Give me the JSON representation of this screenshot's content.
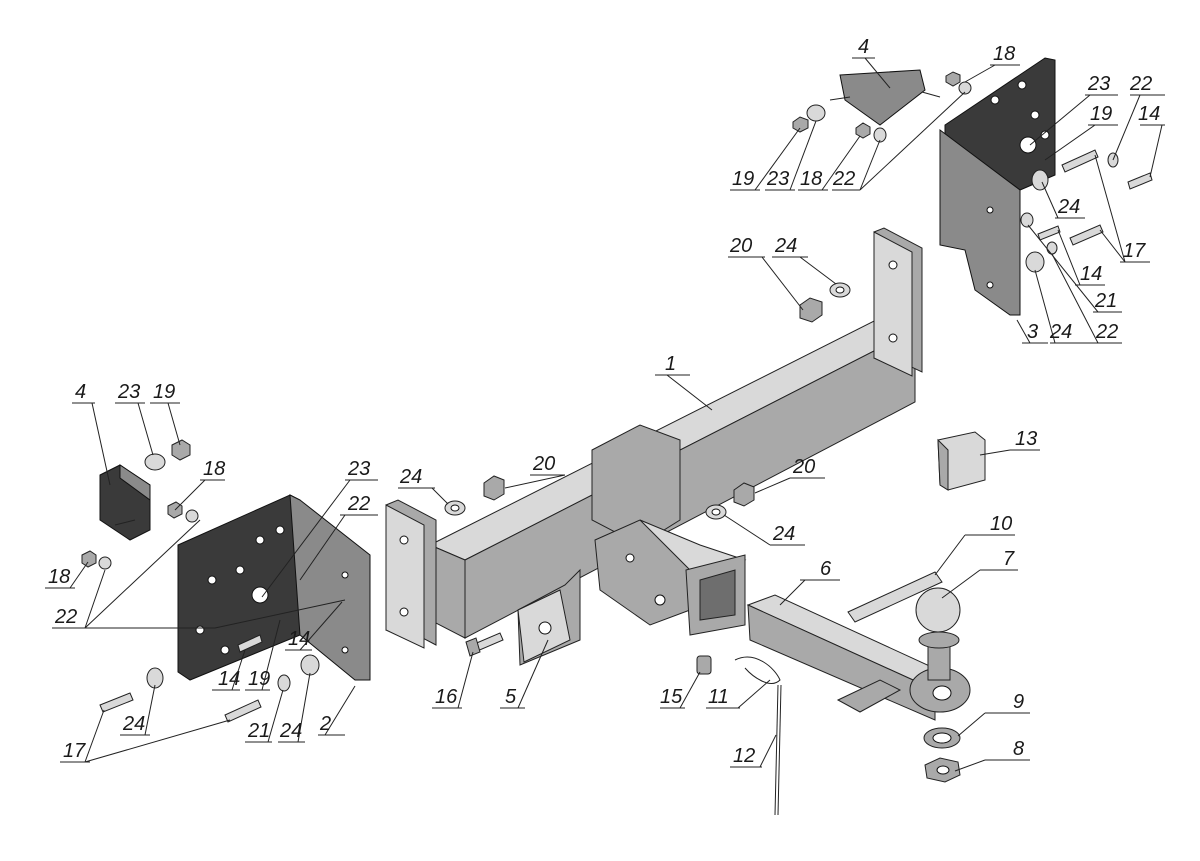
{
  "diagram": {
    "labels": {
      "l1": "1",
      "l2": "2",
      "l3": "3",
      "l4a": "4",
      "l4b": "4",
      "l5": "5",
      "l6": "6",
      "l7": "7",
      "l8": "8",
      "l9": "9",
      "l10": "10",
      "l11": "11",
      "l12": "12",
      "l13": "13",
      "l14a": "14",
      "l14b": "14",
      "l14c": "14",
      "l14d": "14",
      "l15": "15",
      "l16": "16",
      "l17a": "17",
      "l17b": "17",
      "l18a": "18",
      "l18b": "18",
      "l18c": "18",
      "l18d": "18",
      "l19a": "19",
      "l19b": "19",
      "l19c": "19",
      "l19d": "19",
      "l20a": "20",
      "l20b": "20",
      "l20c": "20",
      "l21a": "21",
      "l21b": "21",
      "l22a": "22",
      "l22b": "22",
      "l22c": "22",
      "l22d": "22",
      "l22e": "22",
      "l23a": "23",
      "l23b": "23",
      "l23c": "23",
      "l23d": "23",
      "l24a": "24",
      "l24b": "24",
      "l24c": "24",
      "l24d": "24",
      "l24e": "24",
      "l24f": "24",
      "l24g": "24"
    }
  }
}
